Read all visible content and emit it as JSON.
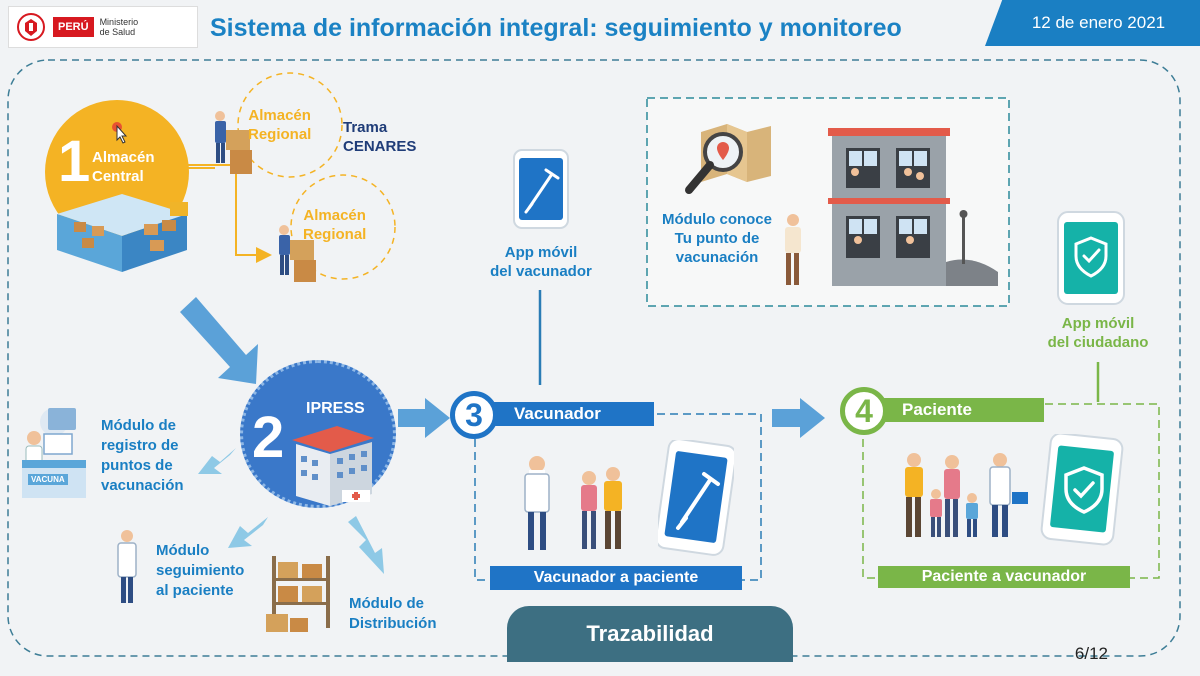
{
  "header": {
    "logo_country": "PERÚ",
    "logo_ministry_line1": "Ministerio",
    "logo_ministry_line2": "de Salud",
    "title": "Sistema de información integral: seguimiento y monitoreo",
    "date": "12 de enero 2021"
  },
  "almacen": {
    "number": "1",
    "central_line1": "Almacén",
    "central_line2": "Central",
    "regional1_line1": "Almacén",
    "regional1_line2": "Regional",
    "regional2_line1": "Almacén",
    "regional2_line2": "Regional",
    "trama_line1": "Trama",
    "trama_line2": "CENARES"
  },
  "ipress": {
    "number": "2",
    "label": "IPRESS",
    "modulo_registro": [
      "Módulo de",
      "registro de",
      "puntos de",
      "vacunación"
    ],
    "modulo_seguimiento": [
      "Módulo",
      "seguimiento",
      "al paciente"
    ],
    "modulo_distribucion": [
      "Módulo de",
      "Distribución"
    ],
    "kiosk_text": "VACUNA"
  },
  "vacunador": {
    "number": "3",
    "label": "Vacunador",
    "app_line1": "App móvil",
    "app_line2": "del vacunador",
    "footer": "Vacunador a paciente"
  },
  "punto": {
    "line1": "Módulo conoce",
    "line2": "Tu punto de",
    "line3": "vacunación"
  },
  "paciente": {
    "number": "4",
    "label": "Paciente",
    "app_line1": "App móvil",
    "app_line2": "del ciudadano",
    "footer": "Paciente a vacunador"
  },
  "footer": {
    "trazabilidad": "Trazabilidad",
    "page": "6/12"
  },
  "colors": {
    "blue": "#1a7fc3",
    "yellow": "#f4b324",
    "green": "#7ab648",
    "navy": "#1f3c78",
    "teal": "#3d6f82"
  }
}
